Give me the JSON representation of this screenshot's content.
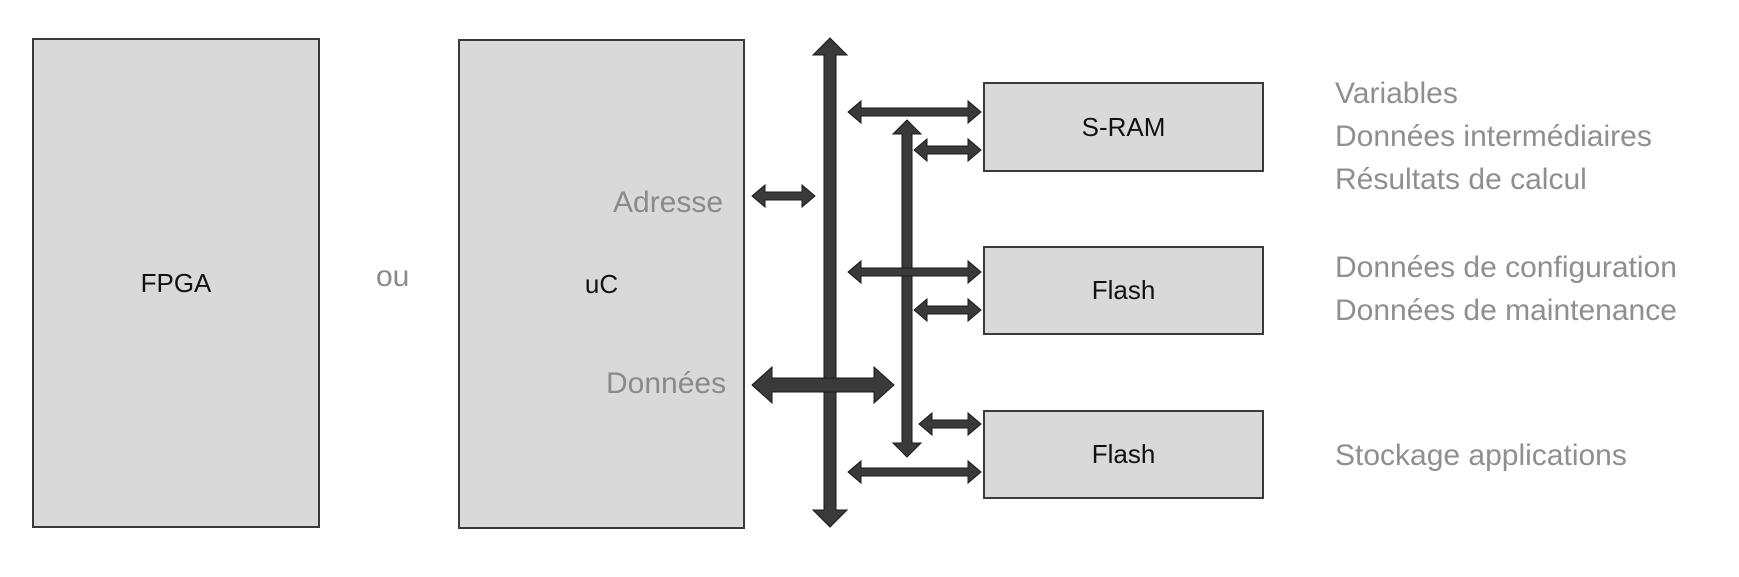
{
  "blocks": {
    "fpga": "FPGA",
    "or_word": "ou",
    "uc": "uC",
    "address_label": "Adresse",
    "data_label": "Données"
  },
  "memories": {
    "sram": "S-RAM",
    "flash1": "Flash",
    "flash2": "Flash"
  },
  "notes": {
    "sram": [
      "Variables",
      "Données intermédiaires",
      "Résultats de calcul"
    ],
    "flash1": [
      "Données de configuration",
      "Données de maintenance"
    ],
    "flash2": [
      "Stockage applications"
    ]
  },
  "colors": {
    "box_fill": "#d9d9d9",
    "arrow": "#3a3a3a",
    "note_text": "#8f8f8f"
  }
}
